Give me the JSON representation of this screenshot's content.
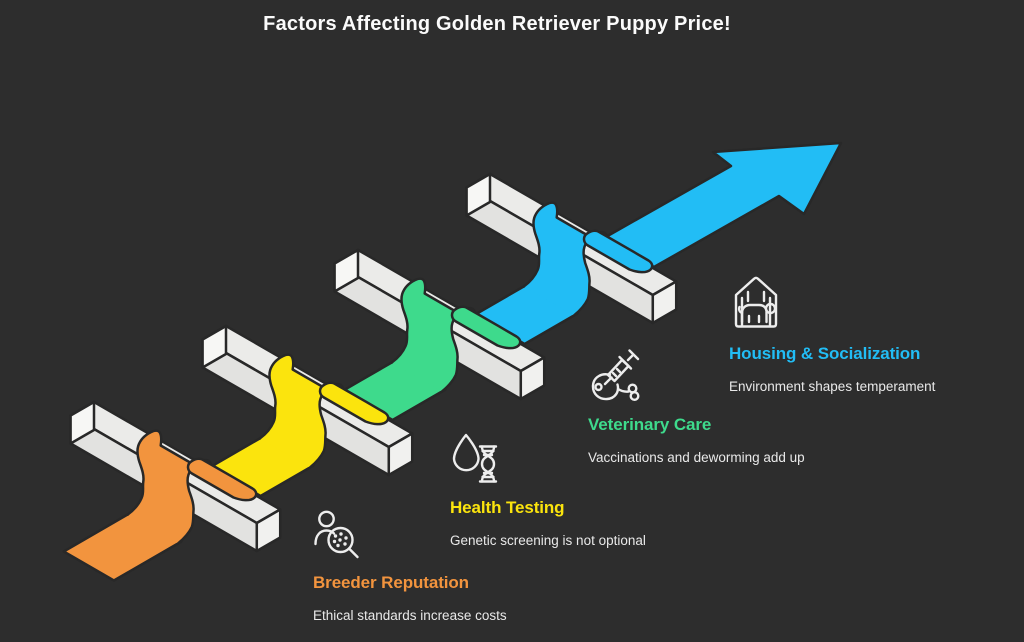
{
  "header": {
    "title": "Factors Affecting Golden Retriever Puppy Price!"
  },
  "factors": [
    {
      "name": "Breeder Reputation",
      "description": "Ethical standards increase costs",
      "color": "#f2943e",
      "icon": "breeder-magnifier-icon"
    },
    {
      "name": "Health Testing",
      "description": "Genetic screening is not optional",
      "color": "#fbe40d",
      "icon": "droplet-dna-icon"
    },
    {
      "name": "Veterinary Care",
      "description": "Vaccinations and deworming add up",
      "color": "#3eda8c",
      "icon": "syringe-meat-icon"
    },
    {
      "name": "Housing & Socialization",
      "description": "Environment shapes temperament",
      "color": "#22bdf5",
      "icon": "dog-house-icon"
    }
  ],
  "illustration": {
    "background": "#2d2d2d",
    "outline": "#282828",
    "arrow_color": "#22bdf5",
    "bar_top": "#ebebe9",
    "bar_front": "#e2e2e0",
    "bar_end": "#f1f1ef",
    "bar_cap": "#f7f7f5"
  }
}
